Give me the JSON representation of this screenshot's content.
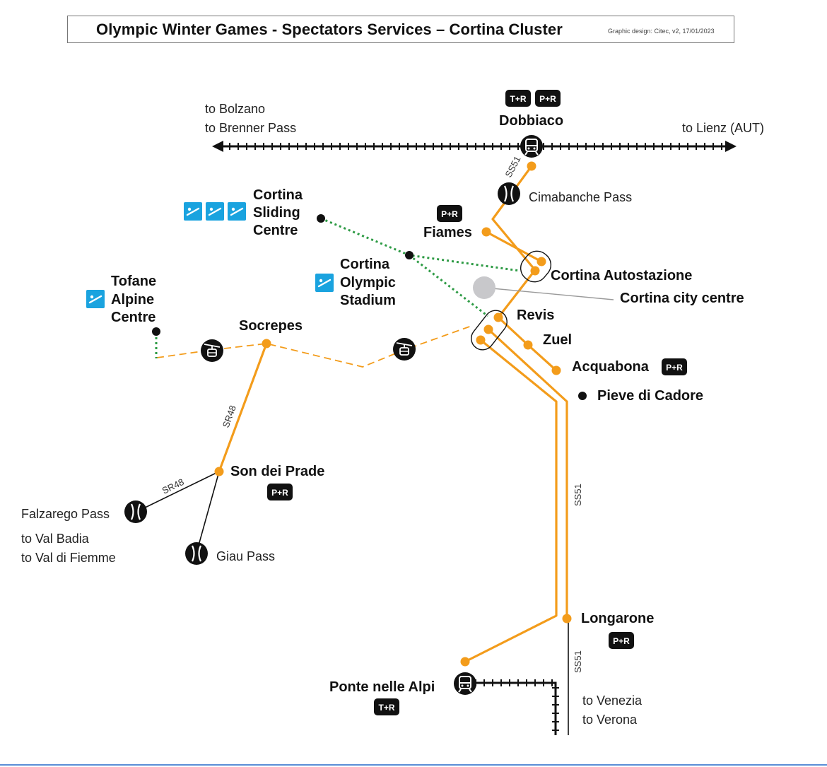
{
  "header": {
    "title": "Olympic Winter Games - Spectators Services – Cortina Cluster",
    "credit": "Graphic design: Citec, v2, 17/01/2023"
  },
  "colors": {
    "route": "#f39c1b",
    "rail": "#111111",
    "walk": "#2e9b45",
    "venue": "#1aa3df",
    "badge": "#111111"
  },
  "badges": {
    "tr": "T+R",
    "pr": "P+R"
  },
  "places": {
    "dobbiaco": "Dobbiaco",
    "cimabanche": "Cimabanche Pass",
    "fiames": "Fiames",
    "autostazione": "Cortina Autostazione",
    "city_centre": "Cortina city centre",
    "revis": "Revis",
    "zuel": "Zuel",
    "acquabona": "Acquabona",
    "pieve": "Pieve di Cadore",
    "longarone": "Longarone",
    "ponte": "Ponte nelle Alpi",
    "socrepes": "Socrepes",
    "son_dei_prade": "Son dei Prade",
    "falzarego": "Falzarego Pass",
    "giau": "Giau Pass"
  },
  "venues": {
    "sliding": [
      "Cortina",
      "Sliding",
      "Centre"
    ],
    "stadium": [
      "Cortina",
      "Olympic",
      "Stadium"
    ],
    "tofane": [
      "Tofane",
      "Alpine",
      "Centre"
    ]
  },
  "directions": {
    "bolzano": "to Bolzano",
    "brenner": "to Brenner Pass",
    "lienz": "to Lienz (AUT)",
    "val_badia": "to Val Badia",
    "val_fiemme": "to Val di Fiemme",
    "venezia": "to Venezia",
    "verona": "to Verona"
  },
  "roads": {
    "ss51": "SS51",
    "sr48": "SR48"
  },
  "icons": {
    "train": "train-icon",
    "pass": "mountain-pass-icon",
    "cable_car": "cable-car-icon",
    "sliding": "sliding-sports-icon",
    "skating": "curling-icon",
    "alpine": "alpine-skiing-icon"
  }
}
